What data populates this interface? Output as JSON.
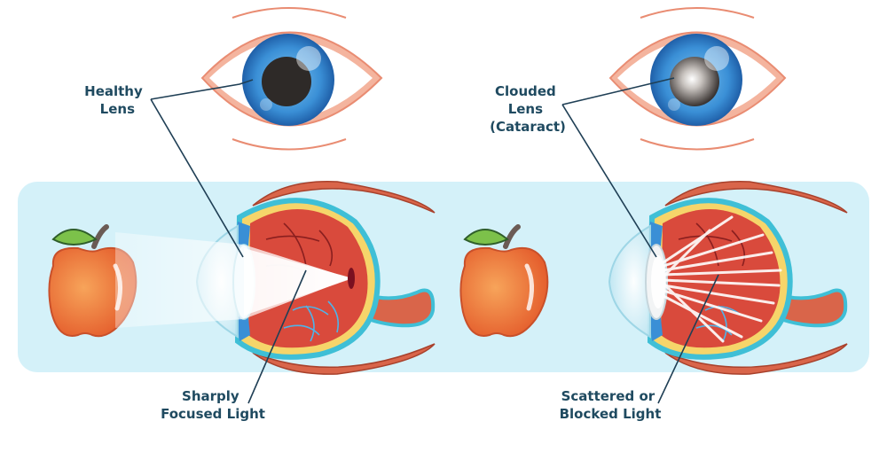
{
  "labels": {
    "healthy_lens": [
      "Healthy",
      "Lens"
    ],
    "focused_light": [
      "Sharply",
      "Focused Light"
    ],
    "clouded_lens": [
      "Clouded",
      "Lens",
      "(Cataract)"
    ],
    "scattered_light": [
      "Scattered or",
      "Blocked Light"
    ]
  },
  "colors": {
    "background_band": "#d4f1f9",
    "iris": "#3a8fd6",
    "pupil": "#2e2a28",
    "eyelid": "#f4b49e",
    "muscle": "#d9654a",
    "apple": "#ee7a3d",
    "leaf": "#7cc14a",
    "retina": "#d94a3c",
    "sclera_outline": "#3fbfd6"
  }
}
